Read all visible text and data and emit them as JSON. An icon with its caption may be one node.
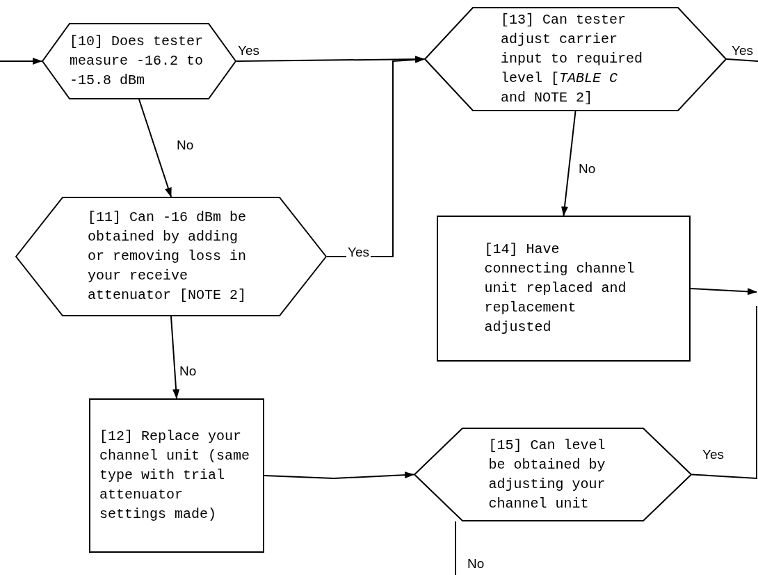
{
  "diagram": {
    "nodes": [
      {
        "text": [
          "[10] Does tester measure -16.2 to -15.8 dBm"
        ]
      },
      {
        "text": [
          "[11] Can -16 dBm be obtained by adding or removing loss in your receive attenuator [NOTE 2]"
        ]
      },
      {
        "text": [
          "[12] Replace your channel unit (same type with trial attenuator settings made)"
        ]
      },
      {
        "text": [
          "[13] Can tester adjust carrier input to required level [*TABLE C* and NOTE 2]"
        ]
      },
      {
        "text": [
          "[14] Have connecting channel unit replaced and replacement adjusted"
        ]
      },
      {
        "text": [
          "[15] Can level be obtained by adjusting your channel unit"
        ]
      }
    ],
    "edges": [
      {
        "from": null,
        "to": 0,
        "arrow": "to"
      },
      {
        "from": 0,
        "to": 3,
        "arrow": "to",
        "label": "Yes"
      },
      {
        "from": 0,
        "to": 1,
        "arrow": "to",
        "label": "No"
      },
      {
        "from": 1,
        "to": 3,
        "arrow": "to",
        "label": "Yes"
      },
      {
        "from": 1,
        "to": 2,
        "arrow": "to",
        "label": "No"
      },
      {
        "from": 3,
        "to": 4,
        "arrow": "to",
        "label": "No"
      },
      {
        "from": 2,
        "to": 5,
        "arrow": "to"
      },
      {
        "from": 3,
        "to": null,
        "arrow": "none",
        "label": "Yes"
      },
      {
        "from": 4,
        "to": null,
        "arrow": "to"
      },
      {
        "from": 5,
        "to": null,
        "arrow": "none",
        "label": "Yes"
      },
      {
        "from": 5,
        "to": null,
        "arrow": "none",
        "label": "No"
      }
    ]
  }
}
